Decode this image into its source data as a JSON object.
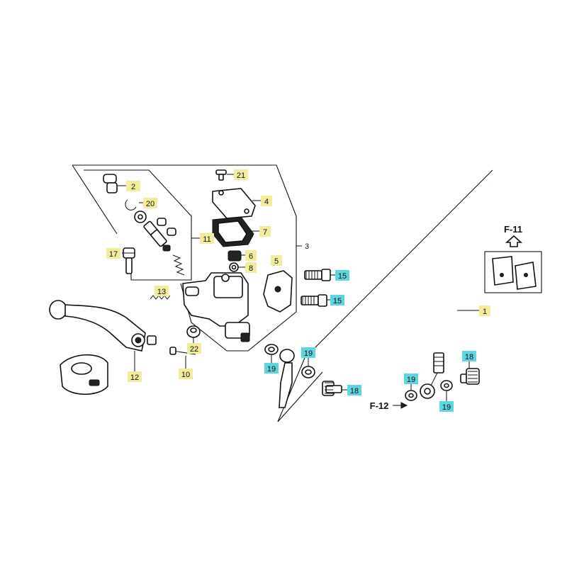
{
  "colors": {
    "label_yellow": "#f3ec9c",
    "label_cyan": "#5fd6df",
    "line": "#111111",
    "background": "#ffffff"
  },
  "callouts": [
    {
      "id": "c1",
      "text": "1",
      "style": "yellow"
    },
    {
      "id": "c2",
      "text": "2",
      "style": "yellow"
    },
    {
      "id": "c3",
      "text": "3",
      "style": "none"
    },
    {
      "id": "c4",
      "text": "4",
      "style": "yellow"
    },
    {
      "id": "c5",
      "text": "5",
      "style": "yellow"
    },
    {
      "id": "c6",
      "text": "6",
      "style": "yellow"
    },
    {
      "id": "c7",
      "text": "7",
      "style": "yellow"
    },
    {
      "id": "c8",
      "text": "8",
      "style": "yellow"
    },
    {
      "id": "c10",
      "text": "10",
      "style": "yellow"
    },
    {
      "id": "c11",
      "text": "11",
      "style": "yellow"
    },
    {
      "id": "c12",
      "text": "12",
      "style": "yellow"
    },
    {
      "id": "c13",
      "text": "13",
      "style": "yellow"
    },
    {
      "id": "c15a",
      "text": "15",
      "style": "cyan"
    },
    {
      "id": "c15b",
      "text": "15",
      "style": "cyan"
    },
    {
      "id": "c17",
      "text": "17",
      "style": "yellow"
    },
    {
      "id": "c18a",
      "text": "18",
      "style": "cyan"
    },
    {
      "id": "c18b",
      "text": "18",
      "style": "cyan"
    },
    {
      "id": "c19a",
      "text": "19",
      "style": "cyan"
    },
    {
      "id": "c19b",
      "text": "19",
      "style": "cyan"
    },
    {
      "id": "c19c",
      "text": "19",
      "style": "cyan"
    },
    {
      "id": "c19d",
      "text": "19",
      "style": "cyan"
    },
    {
      "id": "c20",
      "text": "20",
      "style": "yellow"
    },
    {
      "id": "c21",
      "text": "21",
      "style": "yellow"
    },
    {
      "id": "c22",
      "text": "22",
      "style": "yellow"
    }
  ],
  "refs": {
    "f11": "F-11",
    "f12": "F-12"
  }
}
